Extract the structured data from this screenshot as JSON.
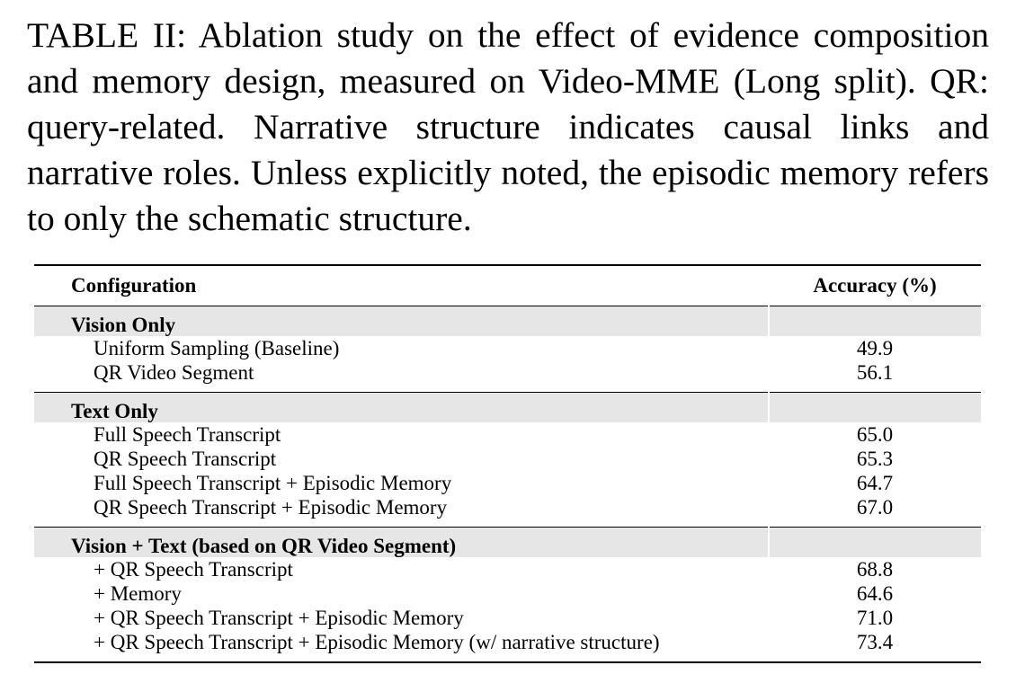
{
  "caption": "TABLE II: Ablation study on the effect of evidence composition and memory design, measured on Video-MME (Long split). QR: query-related. Narrative structure indicates causal links and narrative roles. Unless explicitly noted, the episodic memory refers to only the schematic structure.",
  "table": {
    "headers": [
      "Configuration",
      "Accuracy (%)"
    ],
    "groups": [
      {
        "title": "Vision Only",
        "rows": [
          {
            "config": "Uniform Sampling (Baseline)",
            "accuracy": "49.9"
          },
          {
            "config": "QR Video Segment",
            "accuracy": "56.1"
          }
        ]
      },
      {
        "title": "Text Only",
        "rows": [
          {
            "config": "Full Speech Transcript",
            "accuracy": "65.0"
          },
          {
            "config": "QR Speech Transcript",
            "accuracy": "65.3"
          },
          {
            "config": "Full Speech Transcript + Episodic Memory",
            "accuracy": "64.7"
          },
          {
            "config": "QR Speech Transcript + Episodic Memory",
            "accuracy": "67.0"
          }
        ]
      },
      {
        "title": "Vision + Text (based on QR Video Segment)",
        "rows": [
          {
            "config": "+ QR Speech Transcript",
            "accuracy": "68.8"
          },
          {
            "config": "+ Memory",
            "accuracy": "64.6"
          },
          {
            "config": "+ QR Speech Transcript + Episodic Memory",
            "accuracy": "71.0"
          },
          {
            "config": "+ QR Speech Transcript + Episodic Memory (w/ narrative structure)",
            "accuracy": "73.4"
          }
        ]
      }
    ]
  }
}
